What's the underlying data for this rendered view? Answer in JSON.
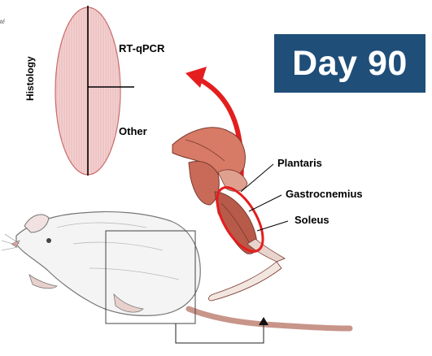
{
  "badge": {
    "text": "Day 90",
    "color": "#1f4e79"
  },
  "section_diagram": {
    "histology": "Histology",
    "rt_qpcr": "RT-qPCR",
    "other": "Other"
  },
  "muscles": {
    "plantaris": "Plantaris",
    "gastrocnemius": "Gastrocnemius",
    "soleus": "Soleus"
  },
  "corner_text": "té",
  "colors": {
    "arrow": "#e41e1e",
    "muscle": "#c0574a",
    "section_fill": "#f2c9c9"
  }
}
